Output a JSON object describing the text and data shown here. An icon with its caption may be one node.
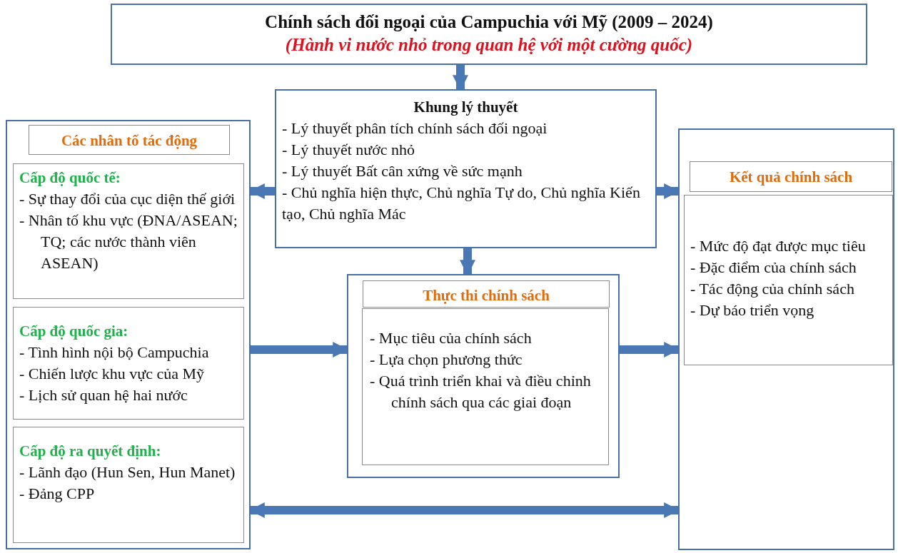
{
  "diagram": {
    "nodes": [
      {
        "text": [
          "Chính sách đối ngoại của Campuchia với Mỹ (2009 – 2024)",
          "(Hành vi nước nhỏ trong quan hệ với một cường quốc)"
        ]
      },
      {
        "text": [
          "Khung lý thuyết",
          "- Lý thuyết phân tích chính sách đối ngoại",
          "- Lý thuyết nước nhỏ",
          "- Lý thuyết Bất cân xứng về sức mạnh",
          "- Chủ nghĩa hiện thực, Chủ nghĩa Tự do, Chủ nghĩa Kiến tạo, Chủ nghĩa Mác"
        ]
      },
      {
        "text": [],
        "shape": "box"
      },
      {
        "text": [
          "Các nhân tố tác  động"
        ],
        "in": 2
      },
      {
        "text": [
          "Cấp độ quốc tế:",
          "- Sự thay đổi của cục diện thế giới",
          "- Nhân tố khu vực (ĐNA/ASEAN; TQ; các nước thành viên ASEAN)"
        ],
        "in": 2
      },
      {
        "text": [
          "Cấp độ quốc gia:",
          "- Tình hình nội bộ Campuchia",
          "- Chiến lược khu vực của Mỹ",
          "- Lịch sử quan hệ hai nước"
        ],
        "in": 2
      },
      {
        "text": [
          "Cấp độ ra quyết định:",
          "- Lãnh đạo (Hun Sen, Hun Manet)",
          "- Đảng CPP"
        ],
        "in": 2
      },
      {
        "text": [],
        "shape": "box"
      },
      {
        "text": [
          "Thực thi chính sách"
        ],
        "in": 7
      },
      {
        "text": [
          "- Mục tiêu của chính sách",
          "- Lựa chọn phương thức",
          "- Quá trình triển khai và điều chỉnh chính sách qua các giai đoạn"
        ],
        "in": 7
      },
      {
        "text": [],
        "shape": "box"
      },
      {
        "text": [
          "Kết quả chính sách"
        ],
        "in": 10
      },
      {
        "text": [
          "- Mức độ đạt được mục tiêu",
          "- Đặc điểm của chính sách",
          "- Tác động của chính sách",
          "- Dự báo triển vọng"
        ],
        "in": 10
      }
    ],
    "edges": [
      {
        "from": 0,
        "to": 1,
        "arrow": "to"
      },
      {
        "from": 1,
        "to": 2,
        "arrow": "to"
      },
      {
        "from": 1,
        "to": 10,
        "arrow": "to"
      },
      {
        "from": 1,
        "to": 7,
        "arrow": "to"
      },
      {
        "from": 2,
        "to": 7,
        "arrow": "to"
      },
      {
        "from": 7,
        "to": 10,
        "arrow": "to"
      },
      {
        "from": 2,
        "to": 10,
        "arrow": "both"
      }
    ]
  }
}
